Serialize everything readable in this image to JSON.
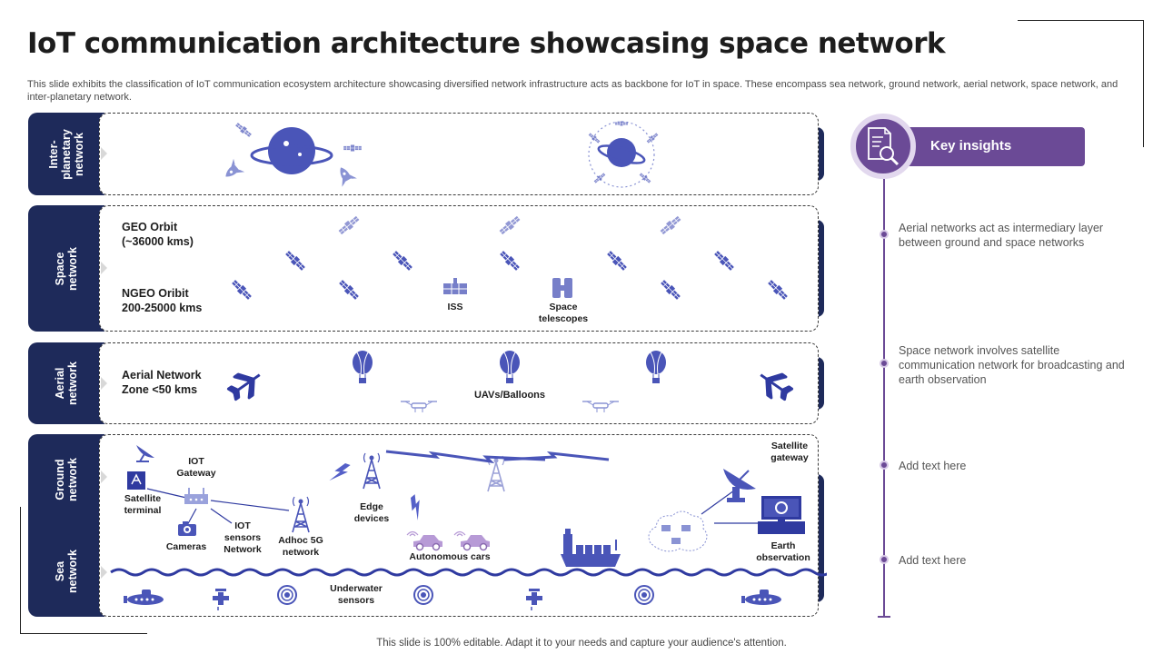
{
  "title": "IoT communication architecture showcasing space network",
  "subtitle": "This slide exhibits the classification of IoT communication ecosystem architecture showcasing diversified network infrastructure acts as backbone for IoT in space. These encompass sea network, ground network, aerial network, space network, and inter-planetary network.",
  "footer": "This slide is 100% editable. Adapt it to your needs and capture your audience's attention.",
  "colors": {
    "navy": "#1e2a5a",
    "icon_blue": "#4a55b8",
    "purple": "#6b4a96",
    "light_purple": "#e2d8ee"
  },
  "bands": {
    "interplanetary": {
      "label": "Inter-\nplanetary\nnetwork"
    },
    "space": {
      "label": "Space\nnetwork",
      "geo": "GEO Orbit\n(~36000  kms)",
      "ngeo": "NGEO Oribit\n200-25000  kms",
      "iss": "ISS",
      "telescopes": "Space\ntelescopes"
    },
    "aerial": {
      "label": "Aerial\nnetwork",
      "zone": "Aerial Network\nZone <50 kms",
      "uavs": "UAVs/Balloons"
    },
    "ground": {
      "label": "Ground\nnetwork",
      "satellite_terminal": "Satellite\nterminal",
      "iot_gateway": "IOT\nGateway",
      "cameras": "Cameras",
      "iot_sensors": "IOT\nsensors\nNetwork",
      "adhoc": "Adhoc 5G\nnetwork",
      "edge": "Edge\ndevices",
      "autonomous_cars": "Autonomous cars",
      "satellite_gateway": "Satellite\ngateway",
      "earth_observation": "Earth\nobservation"
    },
    "sea": {
      "label": "Sea\nnetwork",
      "underwater": "Underwater\nsensors"
    }
  },
  "insights": {
    "header": "Key insights",
    "icon": "document-magnifier-icon",
    "items": [
      "Aerial networks act as intermediary layer between ground and space networks",
      "Space network involves  satellite communication network for broadcasting and earth observation",
      "Add text here",
      "Add text here"
    ]
  }
}
